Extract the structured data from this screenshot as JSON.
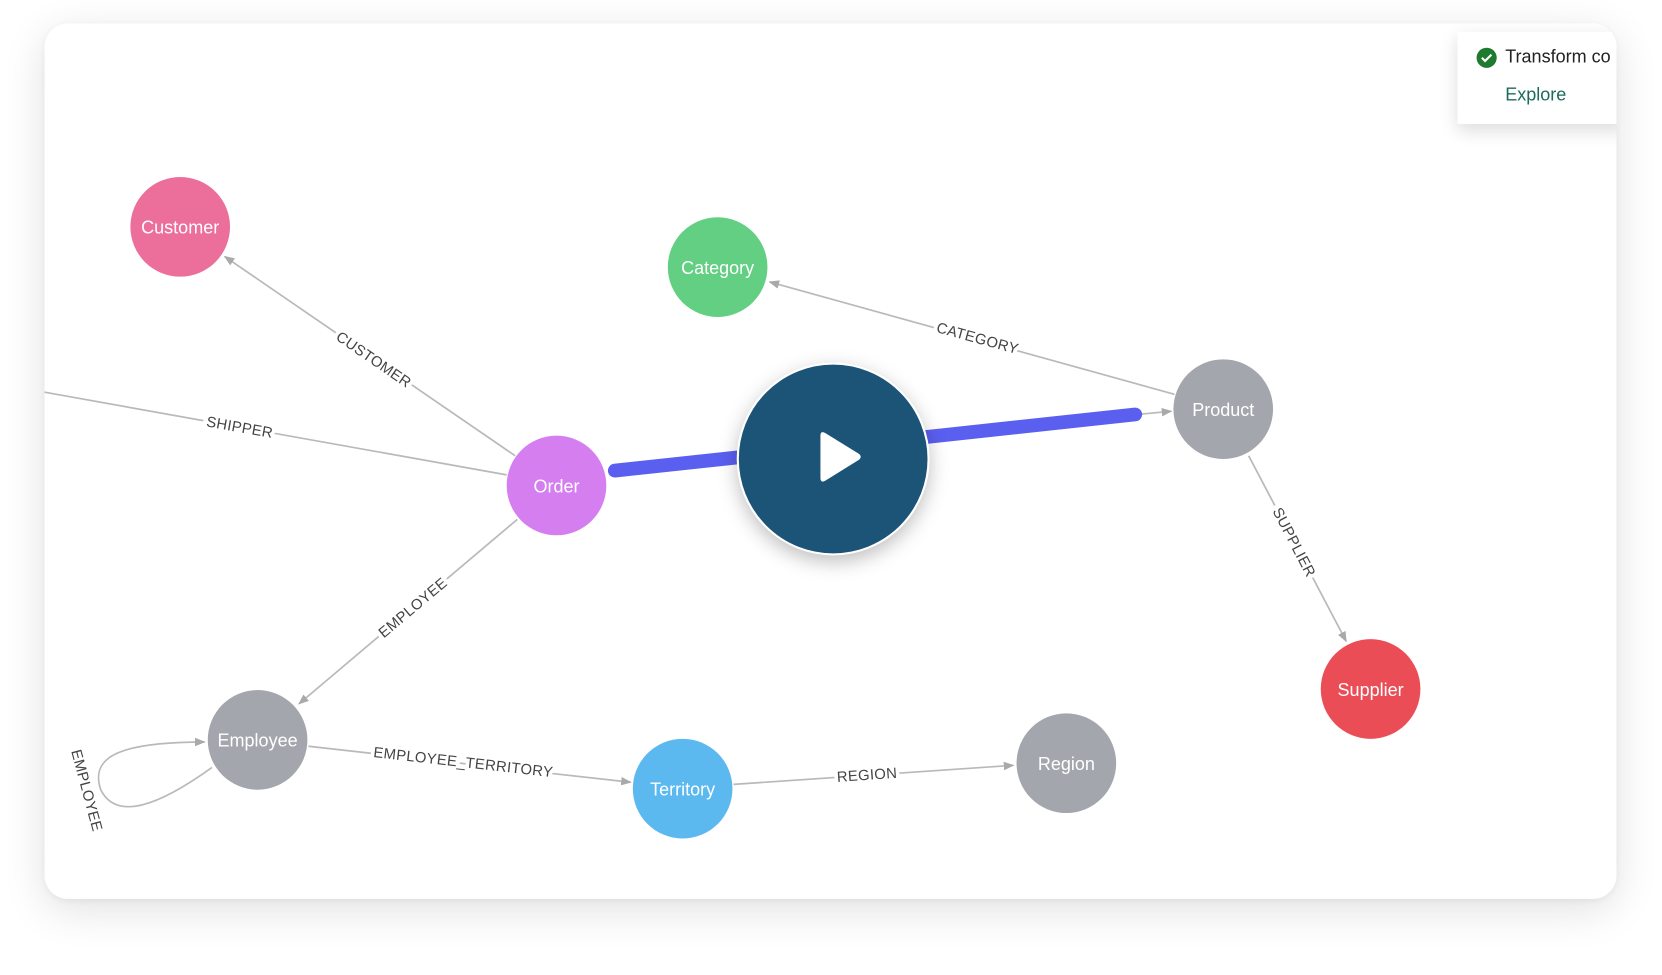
{
  "toast": {
    "message": "Transform co",
    "action": "Explore",
    "icon": "check-circle-icon"
  },
  "video": {
    "play_icon": "play-icon"
  },
  "graph": {
    "nodes": [
      {
        "id": "customer",
        "label": "Customer",
        "color": "#eb6e9b"
      },
      {
        "id": "category",
        "label": "Category",
        "color": "#62cf83"
      },
      {
        "id": "product",
        "label": "Product",
        "color": "#a3a6ad"
      },
      {
        "id": "order",
        "label": "Order",
        "color": "#d47ef0"
      },
      {
        "id": "supplier",
        "label": "Supplier",
        "color": "#eb4d56"
      },
      {
        "id": "employee",
        "label": "Employee",
        "color": "#a3a6ad"
      },
      {
        "id": "territory",
        "label": "Territory",
        "color": "#5bb9ef"
      },
      {
        "id": "region",
        "label": "Region",
        "color": "#a3a6ad"
      }
    ],
    "edges": {
      "customer": "CUSTOMER",
      "shipper": "SHIPPER",
      "category": "CATEGORY",
      "supplier": "SUPPLIER",
      "employee": "EMPLOYEE",
      "employee_territory": "EMPLOYEE_TERRITORY",
      "region": "REGION",
      "employee_self": "EMPLOYEE"
    },
    "highlight_color": "#5b5ff0"
  }
}
